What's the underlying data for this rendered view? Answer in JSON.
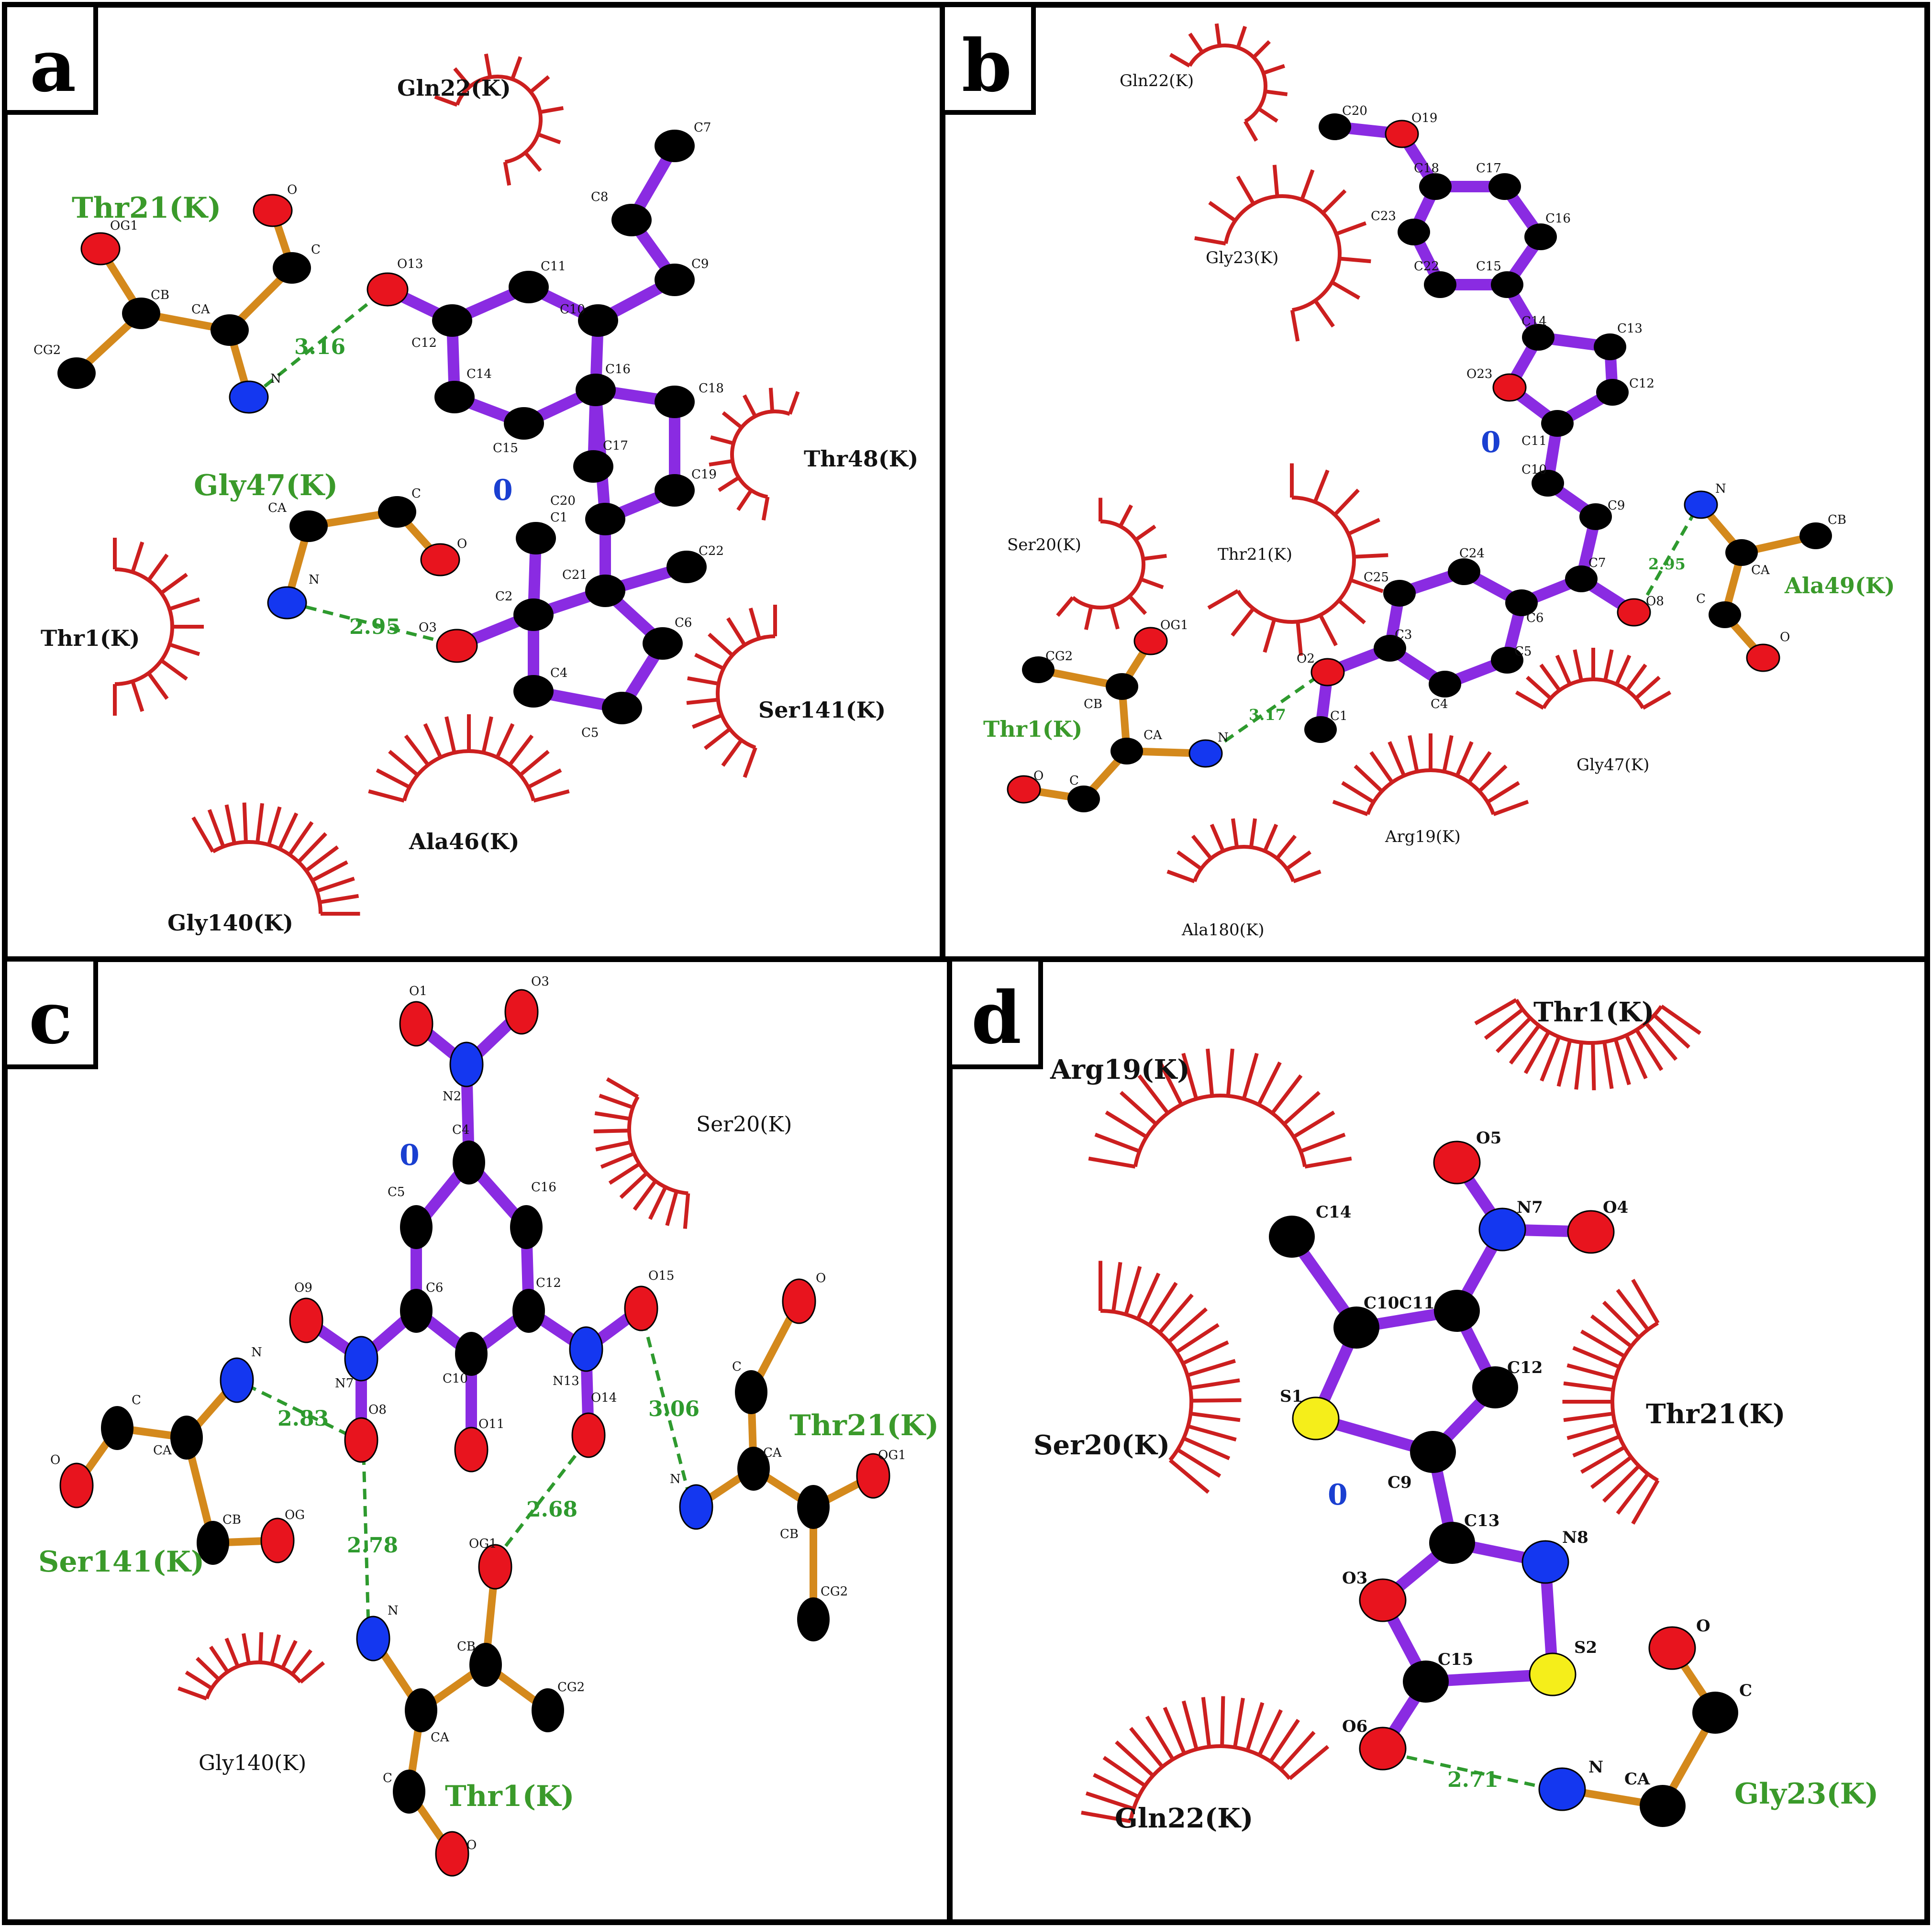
{
  "panels": [
    {
      "letter": "a",
      "ligand_atoms": [
        "O13",
        "C12",
        "C11",
        "C10",
        "C9",
        "C8",
        "C7",
        "C14",
        "C15",
        "C16",
        "C17",
        "C18",
        "C19",
        "C20",
        "C1",
        "C21",
        "C22",
        "C2",
        "O3",
        "C4",
        "C5",
        "C6"
      ],
      "residue_atoms": [
        "OG1",
        "CB",
        "CA",
        "C",
        "O",
        "CG2",
        "N",
        "CA",
        "C",
        "O",
        "N"
      ],
      "hbond_distances": [
        "3.16",
        "2.95"
      ],
      "hbond_residues": [
        "Thr21(K)",
        "Gly47(K)"
      ],
      "hydrophobic_residues": [
        "Gln22(K)",
        "Thr48(K)",
        "Thr1(K)",
        "Ser141(K)",
        "Ala46(K)",
        "Gly140(K)"
      ],
      "marker": "0"
    },
    {
      "letter": "b",
      "ligand_atoms": [
        "C20",
        "O19",
        "C18",
        "C17",
        "C23",
        "C16",
        "C22",
        "C15",
        "C14",
        "C13",
        "O23",
        "C12",
        "C11",
        "C10",
        "C9",
        "C7",
        "O8",
        "C25",
        "C24",
        "C6",
        "C5",
        "C3",
        "C4",
        "O2",
        "C1"
      ],
      "residue_atoms": [
        "N",
        "CB",
        "CA",
        "C",
        "O",
        "CG2",
        "OG1",
        "CB",
        "CA",
        "N",
        "O",
        "C"
      ],
      "hbond_distances": [
        "2.95",
        "3.17"
      ],
      "hbond_residues": [
        "Ala49(K)",
        "Thr1(K)"
      ],
      "hydrophobic_residues": [
        "Gln22(K)",
        "Gly23(K)",
        "Ser20(K)",
        "Thr21(K)",
        "Gly47(K)",
        "Arg19(K)",
        "Ala180(K)"
      ],
      "marker": "0"
    },
    {
      "letter": "c",
      "ligand_atoms": [
        "O1",
        "O3",
        "N2",
        "C4",
        "C5",
        "C16",
        "C6",
        "C12",
        "O9",
        "N7",
        "C10",
        "N13",
        "O15",
        "O8",
        "O11",
        "O14"
      ],
      "residue_atoms": [
        "N",
        "C",
        "O",
        "CA",
        "CB",
        "OG",
        "N",
        "CB",
        "CA",
        "C",
        "O",
        "OG1",
        "CG2",
        "O",
        "C",
        "CA",
        "N",
        "CB",
        "OG1",
        "CG2"
      ],
      "hbond_distances": [
        "2.83",
        "2.78",
        "2.68",
        "3.06"
      ],
      "hbond_residues": [
        "Ser141(K)",
        "Thr1(K)",
        "Thr21(K)"
      ],
      "hydrophobic_residues": [
        "Ser20(K)",
        "Gly140(K)"
      ],
      "marker": "0"
    },
    {
      "letter": "d",
      "ligand_atoms": [
        "O5",
        "N7",
        "O4",
        "C14",
        "C10C11",
        "C12",
        "S1",
        "C9",
        "C13",
        "N8",
        "O3",
        "S2",
        "C15",
        "O6"
      ],
      "residue_atoms": [
        "O",
        "C",
        "N",
        "CA"
      ],
      "hbond_distances": [
        "2.71"
      ],
      "hbond_residues": [
        "Gly23(K)"
      ],
      "hydrophobic_residues": [
        "Thr1(K)",
        "Arg19(K)",
        "Thr21(K)",
        "Ser20(K)",
        "Gln22(K)"
      ],
      "marker": "0"
    }
  ],
  "colors": {
    "ligand_bond": "#8a2be2",
    "residue_bond": "#d4891c",
    "hbond": "#2e9a2e",
    "hydrophobic": "#cc1f1f",
    "carbon": "#000000",
    "oxygen": "#e8141e",
    "nitrogen": "#1437f0",
    "sulfur": "#f5ee1a"
  }
}
